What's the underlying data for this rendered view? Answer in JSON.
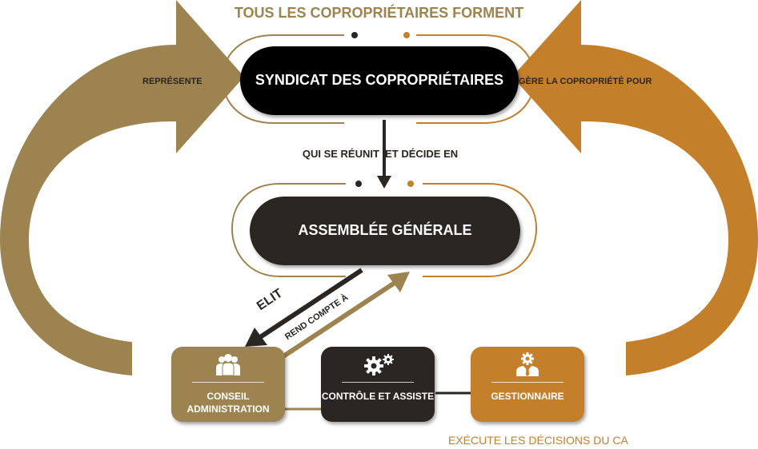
{
  "colors": {
    "olive": "#9c8350",
    "orange": "#c47f2a",
    "dark": "#2a2623",
    "black": "#050505"
  },
  "top_title": "TOUS LES COPROPRIÉTAIRES FORMENT",
  "left_arrow_label": "REPRÉSENTE",
  "right_arrow_label": "GÈRE LA COPROPRIÉTÉ POUR",
  "syndicat_label": "SYNDICAT DES COPROPRIÉTAIRES",
  "meeting_label": "QUI SE RÉUNIT  ET DÉCIDE EN",
  "assemblee_label": "ASSEMBLÉE GÉNÉRALE",
  "elit_label": "ELIT",
  "rend_compte_label": "REND COMPTE À",
  "boxes": {
    "conseil": {
      "label_line1": "CONSEIL",
      "label_line2": "ADMINISTRATION",
      "icon": "group-people-icon"
    },
    "controle": {
      "label": "CONTRÔLE ET ASSISTE",
      "icon": "gears-icon"
    },
    "gestionnaire": {
      "label": "GESTIONNAIRE",
      "icon": "manager-icon"
    }
  },
  "bottom_caption": "EXÉCUTE LES DÉCISIONS DU CA"
}
